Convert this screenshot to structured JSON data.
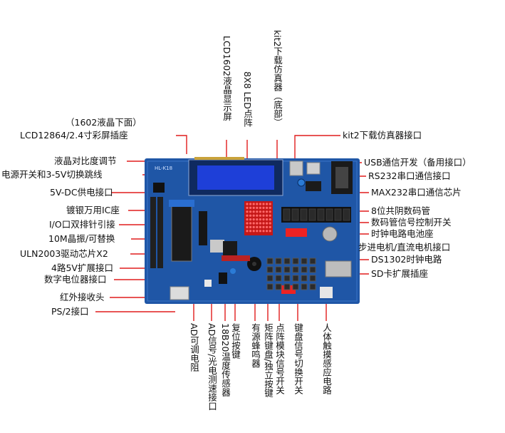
{
  "left_labels": [
    {
      "id": "lcd12864-sub",
      "text": "（1602液晶下面）"
    },
    {
      "id": "lcd12864",
      "text": "LCD12864/2.4寸彩屏插座"
    },
    {
      "id": "contrast",
      "text": "液晶对比度调节"
    },
    {
      "id": "power-switch",
      "text": "电源开关和3-5V切换跳线"
    },
    {
      "id": "dc-jack",
      "text": "5V-DC供电接口"
    },
    {
      "id": "ic-socket",
      "text": "镀银万用IC座"
    },
    {
      "id": "io-header",
      "text": "I/O口双排针引接"
    },
    {
      "id": "crystal",
      "text": "10M晶振/可替换"
    },
    {
      "id": "uln2003",
      "text": "ULN2003驱动芯片X2"
    },
    {
      "id": "dac-expand",
      "text": "4路5V扩展接口"
    },
    {
      "id": "digital-pot",
      "text": "数字电位器接口"
    },
    {
      "id": "ir-receiver",
      "text": "红外接收头"
    },
    {
      "id": "ps2",
      "text": "PS/2接口"
    }
  ],
  "right_labels": [
    {
      "id": "kit2-port",
      "text": "kit2下载仿真器接口"
    },
    {
      "id": "usb",
      "text": "USB通信开发（备用接口）"
    },
    {
      "id": "rs232",
      "text": "RS232串口通信接口"
    },
    {
      "id": "max232",
      "text": "MAX232串口通信芯片"
    },
    {
      "id": "seg8",
      "text": "8位共阴数码管"
    },
    {
      "id": "seg-switch",
      "text": "数码管信号控制开关"
    },
    {
      "id": "battery",
      "text": "时钟电路电池座"
    },
    {
      "id": "motor",
      "text": "步进电机/直流电机接口"
    },
    {
      "id": "ds1302",
      "text": "DS1302时钟电路"
    },
    {
      "id": "sd",
      "text": "SD卡扩展插座"
    }
  ],
  "top_labels": [
    {
      "id": "lcd1602",
      "text": "LCD1602液晶显示屏"
    },
    {
      "id": "led8x8",
      "text": "8X8 LED点阵"
    },
    {
      "id": "kit2-bottom",
      "text": "kit2下载仿真器（底部）"
    }
  ],
  "bottom_labels": [
    {
      "id": "ad-pot",
      "text": "AD可调电阻"
    },
    {
      "id": "ad-light",
      "text": "AD信号/光电测速接口"
    },
    {
      "id": "ds18b20",
      "text": "18B20温度传感器"
    },
    {
      "id": "reset",
      "text": "复位按键"
    },
    {
      "id": "buzzer",
      "text": "有源蜂鸣器"
    },
    {
      "id": "matrix-keys",
      "text": "矩阵键盘/独立按键"
    },
    {
      "id": "dot-switch",
      "text": "点阵模块信号开关"
    },
    {
      "id": "key-switch",
      "text": "键盘信号切换开关"
    },
    {
      "id": "pir",
      "text": "人体触摸感应电路"
    }
  ],
  "board": {
    "silkscreen": "HL-K18"
  },
  "colors": {
    "board": "#1f56a6",
    "board_dark": "#163f80",
    "lcd_screen": "#1e3fd8",
    "line": "#e11d1d",
    "text": "#111111"
  }
}
